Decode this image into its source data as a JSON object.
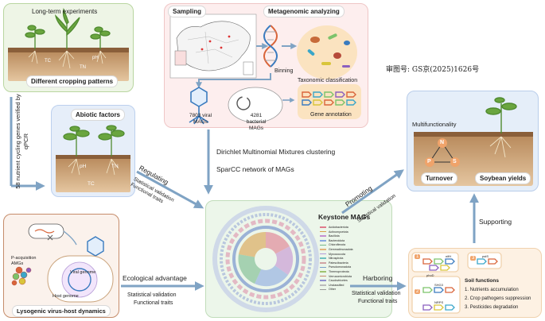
{
  "longterm": {
    "title": "Long-term experiments",
    "cropping_label": "Different cropping patterns",
    "soil_labels": [
      "TC",
      "TN",
      "pH"
    ]
  },
  "left_arrow_text": "58 nutrient cycling genes verified by qPCR",
  "abiotic": {
    "title": "Abiotic factors",
    "soil_labels": [
      "pH",
      "TN",
      "TC"
    ]
  },
  "sampling": {
    "title": "Sampling",
    "metagenomic_title": "Metagenomic analyzing",
    "binning": "Binning",
    "taxonomic": "Taxonomic classification",
    "gene_annotation": "Gene annotation",
    "viral_mags": "7803 viral MAGs",
    "bacterial_mags": "4281 bacterial MAGs"
  },
  "approval_number": "审图号: GS京(2025)1626号",
  "multifunctionality": {
    "title": "Multifunctionality",
    "nodes": [
      "N",
      "P",
      "S"
    ],
    "turnover": "Turnover",
    "soybean": "Soybean yields"
  },
  "methods": {
    "dirichlet": "Dirichlet Multinomial Mixtures clustering",
    "sparcc": "SparCC network of MAGs"
  },
  "regulating": {
    "verb": "Regulating",
    "line1": "Statistical validation",
    "line2": "Functional traits"
  },
  "promoting": {
    "verb": "Promoting",
    "line1": "Statistical validation"
  },
  "supporting": "Supporting",
  "keystone": {
    "title": "Keystone MAGs",
    "legend": [
      "Acidobacteriota",
      "Actinomycetota",
      "Bacillota",
      "Bacteroidota",
      "Chloroflexota",
      "Gemmatimonadota",
      "Myxococcota",
      "Nitrospirota",
      "Patescibacteria",
      "Pseudomonadota",
      "Thermoproteota",
      "Verrucomicrobiota",
      "Caudoviricetes",
      "Unclassified",
      "Other"
    ],
    "legend_colors": [
      "#e07a8c",
      "#d9a04a",
      "#c58fd0",
      "#8aa8e0",
      "#76b98a",
      "#e3b47a",
      "#b59ad9",
      "#6fc0c0",
      "#d1a3a3",
      "#7a9fc9",
      "#9fc36f",
      "#c98a6f",
      "#8f8fcf",
      "#bbbbbb",
      "#999999"
    ]
  },
  "lysogenic": {
    "title": "Lysogenic virus-host dynamics",
    "amgs": "P-acquisition AMGs",
    "viral_genome": "Viral genome",
    "host_genome": "Host genome"
  },
  "ecological": {
    "title": "Ecological advantage",
    "line1": "Statistical validation",
    "line2": "Functional traits"
  },
  "harboring": {
    "verb": "Harboring",
    "line1": "Statistical validation",
    "line2": "Functional traits"
  },
  "soil_functions": {
    "title": "Soil functions",
    "items": [
      "1.  Nutrients accumulation",
      "2.  Crop pathogens suppression",
      "3.  Pesticides degradation"
    ],
    "gene_labels": [
      "phoD",
      "nifH",
      "pstS",
      "SHG3",
      "NRPS"
    ],
    "numbers": [
      "1",
      "2",
      "3"
    ]
  }
}
